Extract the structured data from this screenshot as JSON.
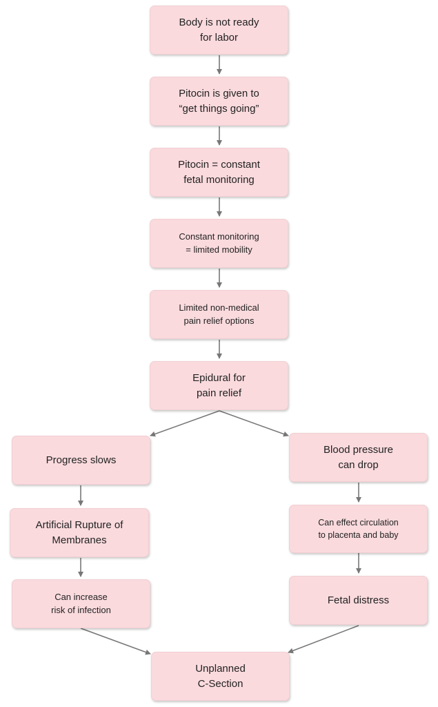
{
  "colors": {
    "node_fill": "#fadadd",
    "arrow": "#777777",
    "text": "#222222"
  },
  "nodes": {
    "not_ready": "Body is not ready\nfor labor",
    "pitocin_given": "Pitocin is given to\n“get things going”",
    "pitocin_monitoring": "Pitocin = constant\nfetal monitoring",
    "constant_monitoring": "Constant monitoring\n= limited mobility",
    "limited_relief": "Limited non-medical\npain relief options",
    "epidural": "Epidural for\npain relief",
    "progress_slows": "Progress slows",
    "artificial_rupture": "Artificial Rupture of\nMembranes",
    "infection_risk": "Can increase\nrisk of infection",
    "bp_drop": "Blood pressure\ncan drop",
    "circulation": "Can effect circulation\nto placenta and baby",
    "fetal_distress": "Fetal distress",
    "c_section": "Unplanned\nC-Section"
  }
}
